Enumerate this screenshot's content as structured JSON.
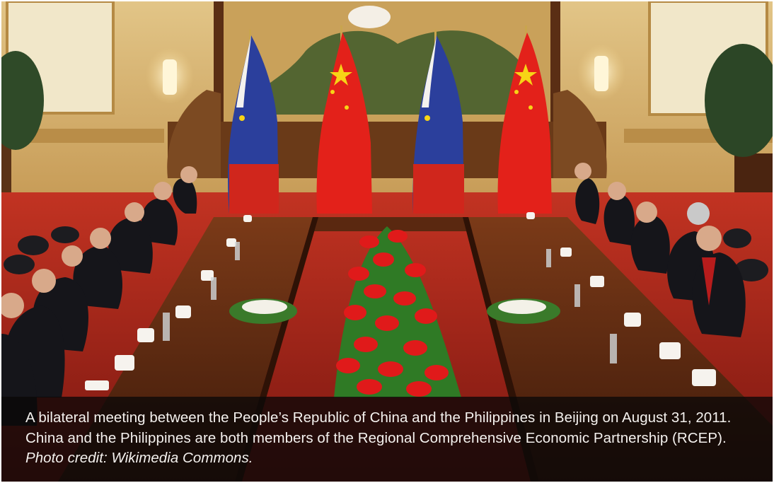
{
  "photo": {
    "subject": "bilateral-meeting-photo",
    "colors": {
      "wall": "#d8b877",
      "wall_panel": "#f1e7c9",
      "carpet": "#b8241a",
      "table": "#6a3216",
      "ph_blue": "#2b3f9c",
      "ph_red": "#d0261c",
      "cn_red": "#e3211a",
      "cn_star": "#f7d416",
      "suit": "#15151a",
      "flower": "#e01a1a",
      "leaf": "#2f7a25"
    }
  },
  "caption": {
    "text": "A bilateral meeting between the People’s Republic of China and the Philippines in Beijing on August 31, 2011. China and the Philippines are both members of the Regional Comprehensive Economic Partnership (RCEP). ",
    "credit": "Photo credit: Wikimedia Commons."
  }
}
